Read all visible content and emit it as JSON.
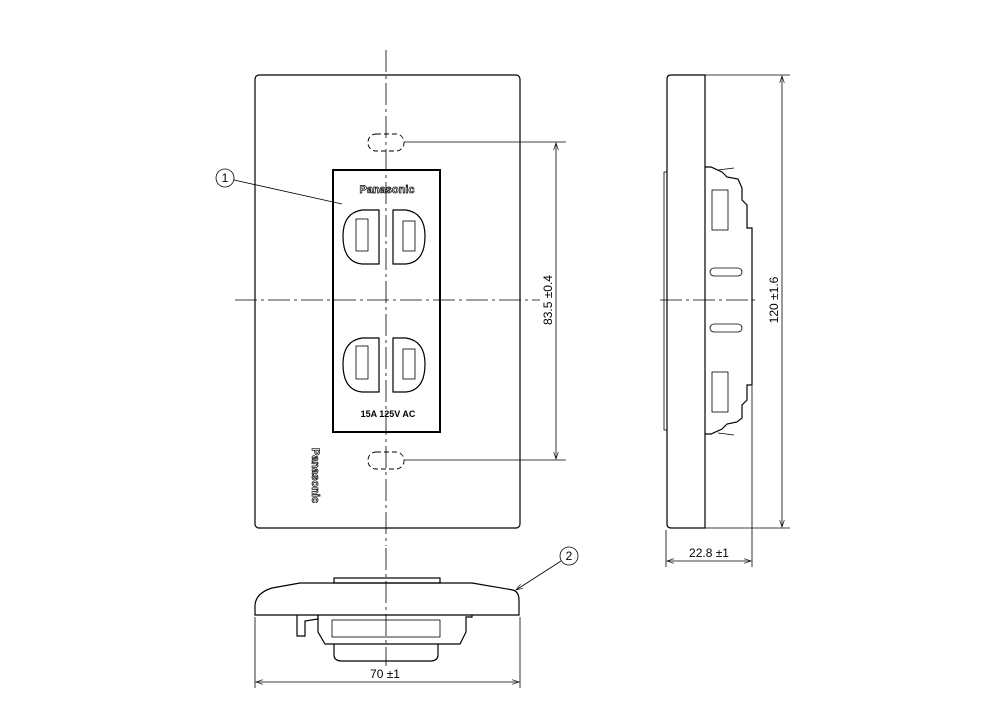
{
  "callouts": {
    "item1": "1",
    "item2": "2"
  },
  "front_view": {
    "module_brand": "Panasonic",
    "module_rating": "15A 125V AC",
    "plate_brand": "Panasonic",
    "mount_pitch_dimension": "83.5 ±0.4"
  },
  "side_view": {
    "height_dimension": "120 ±1.6",
    "depth_dimension": "22.8 ±1"
  },
  "bottom_view": {
    "width_dimension": "70 ±1"
  }
}
